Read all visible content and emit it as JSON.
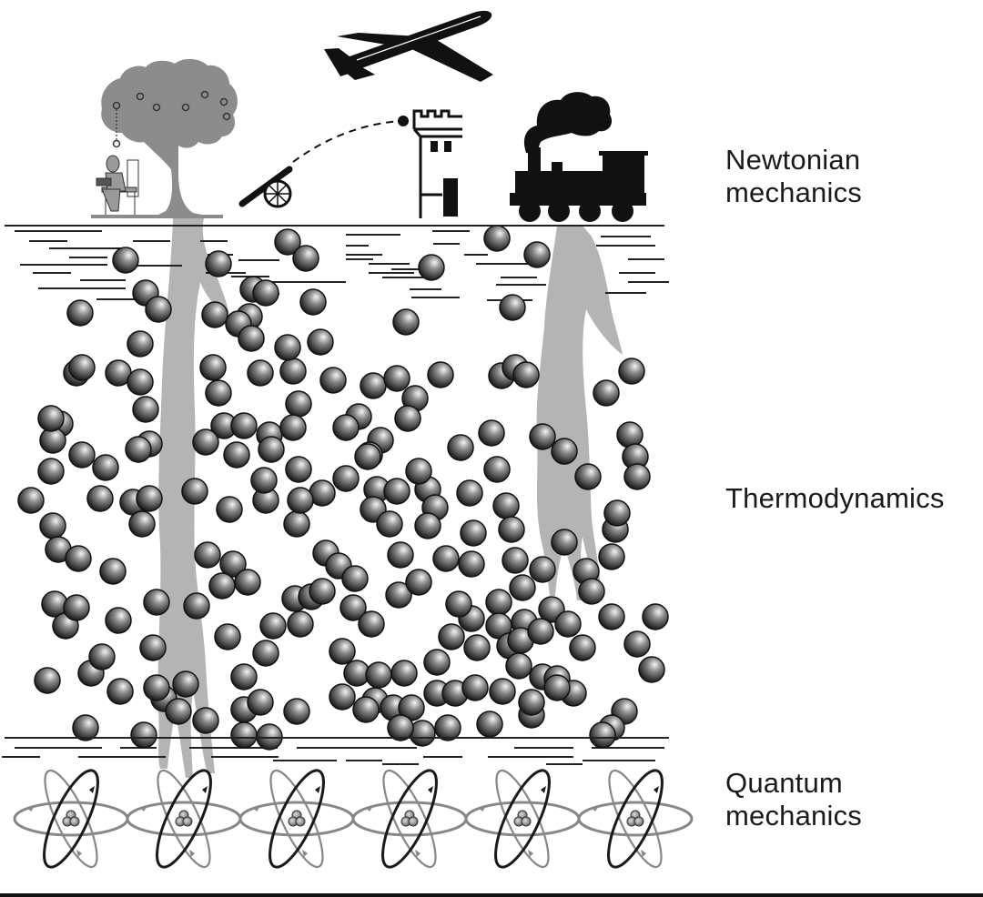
{
  "title": "Layers of physical theory",
  "colors": {
    "ink": "#111111",
    "root_gray": "#b4b4b4",
    "tree_gray": "#8c8c8c",
    "orbit_gray": "#888888",
    "orbit_dark": "#1a1a1a"
  },
  "layers": [
    {
      "id": "newtonian",
      "lines": [
        "Newtonian",
        "mechanics"
      ]
    },
    {
      "id": "thermodynamics",
      "lines": [
        "Thermodynamics"
      ]
    },
    {
      "id": "quantum",
      "lines": [
        "Quantum",
        "mechanics"
      ]
    }
  ],
  "newtonian_scene": {
    "icons": [
      "newton-under-apple-tree-icon",
      "cannon-icon",
      "projectile-trajectory-icon",
      "castle-tower-icon",
      "airplane-icon",
      "steam-locomotive-icon"
    ]
  },
  "thermodynamics_scene": {
    "element": "gas-molecule",
    "description": "many randomly placed shaded spheres",
    "roots": [
      "tree-root",
      "locomotive-root"
    ]
  },
  "quantum_scene": {
    "element": "atom",
    "atom_count": 6
  }
}
